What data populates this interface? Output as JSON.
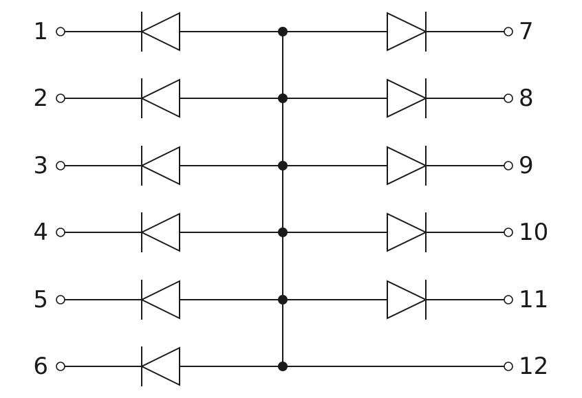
{
  "colors": {
    "line": "#1a1a1a",
    "background": "#ffffff"
  },
  "left_pins": [
    {
      "label": "1",
      "diode": "left"
    },
    {
      "label": "2",
      "diode": "left"
    },
    {
      "label": "3",
      "diode": "left"
    },
    {
      "label": "4",
      "diode": "left"
    },
    {
      "label": "5",
      "diode": "left"
    },
    {
      "label": "6",
      "diode": "left"
    }
  ],
  "right_pins": [
    {
      "label": "7",
      "diode": "right"
    },
    {
      "label": "8",
      "diode": "right"
    },
    {
      "label": "9",
      "diode": "right"
    },
    {
      "label": "10",
      "diode": "right"
    },
    {
      "label": "11",
      "diode": "right"
    },
    {
      "label": "12",
      "diode": "none"
    }
  ]
}
